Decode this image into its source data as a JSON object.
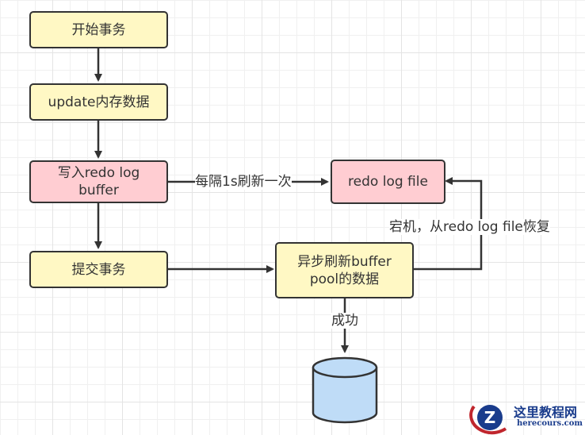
{
  "diagram": {
    "nodes": {
      "start_tx": "开始事务",
      "update_mem": "update内存数据",
      "write_buffer_line1": "写入redo log",
      "write_buffer_line2": "buffer",
      "commit_tx": "提交事务",
      "redo_log_file": "redo log file",
      "async_flush_line1": "异步刷新buffer",
      "async_flush_line2": "pool的数据"
    },
    "edge_labels": {
      "flush_interval": "每隔1s刷新一次",
      "crash_recovery": "宕机，从redo log file恢复",
      "success": "成功"
    },
    "colors": {
      "process_fill": "#fff8c4",
      "redo_fill": "#ffcdd2",
      "database_fill": "#bfdcf7",
      "stroke": "#333333"
    }
  },
  "watermark": {
    "title": "这里教程网",
    "url": "herecours.com"
  }
}
